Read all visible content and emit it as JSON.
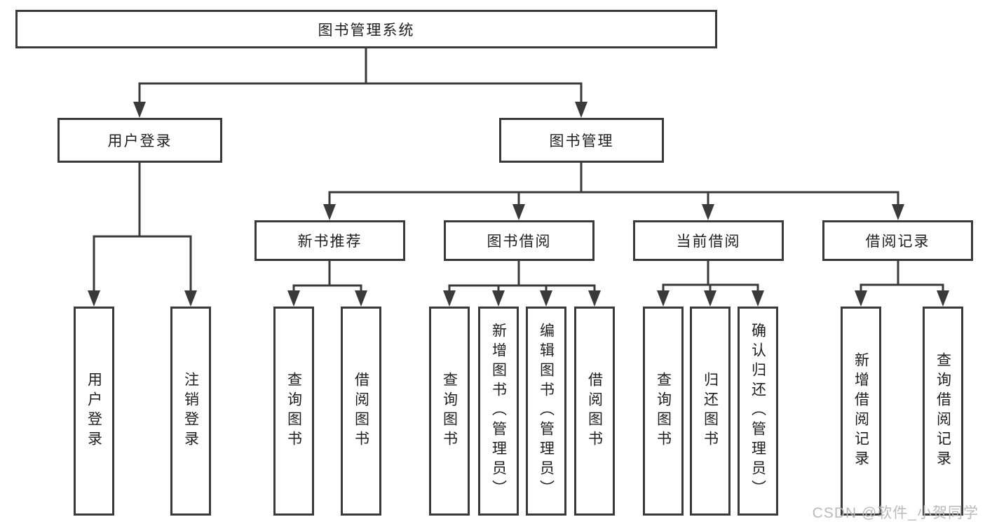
{
  "nodes": {
    "root": "图书管理系统",
    "user_login": "用户登录",
    "book_mgmt": "图书管理",
    "leaf_user_login": "用户登录",
    "leaf_logout": "注销登录",
    "new_book_rec": "新书推荐",
    "book_borrow": "图书借阅",
    "current_borrow": "当前借阅",
    "borrow_record": "借阅记录",
    "nb_query_book": "查询图书",
    "nb_borrow_book": "借阅图书",
    "bb_query_book": "查询图书",
    "bb_add_book": "新增图书（管理员）",
    "bb_edit_book": "编辑图书（管理员）",
    "bb_borrow_book": "借阅图书",
    "cb_query_book": "查询图书",
    "cb_return_book": "归还图书",
    "cb_confirm_return": "确认归还（管理员）",
    "br_add_record": "新增借阅记录",
    "br_query_record": "查询借阅记录"
  },
  "hierarchy": {
    "图书管理系统": {
      "用户登录": [
        "用户登录",
        "注销登录"
      ],
      "图书管理": {
        "新书推荐": [
          "查询图书",
          "借阅图书"
        ],
        "图书借阅": [
          "查询图书",
          "新增图书（管理员）",
          "编辑图书（管理员）",
          "借阅图书"
        ],
        "当前借阅": [
          "查询图书",
          "归还图书",
          "确认归还（管理员）"
        ],
        "借阅记录": [
          "新增借阅记录",
          "查询借阅记录"
        ]
      }
    }
  },
  "watermark": "CSDN @软件_小贺同学",
  "colors": {
    "line": "#3a3a3a",
    "text": "#1f1f1f",
    "watermark": "#b7b7b7",
    "background": "#ffffff"
  }
}
